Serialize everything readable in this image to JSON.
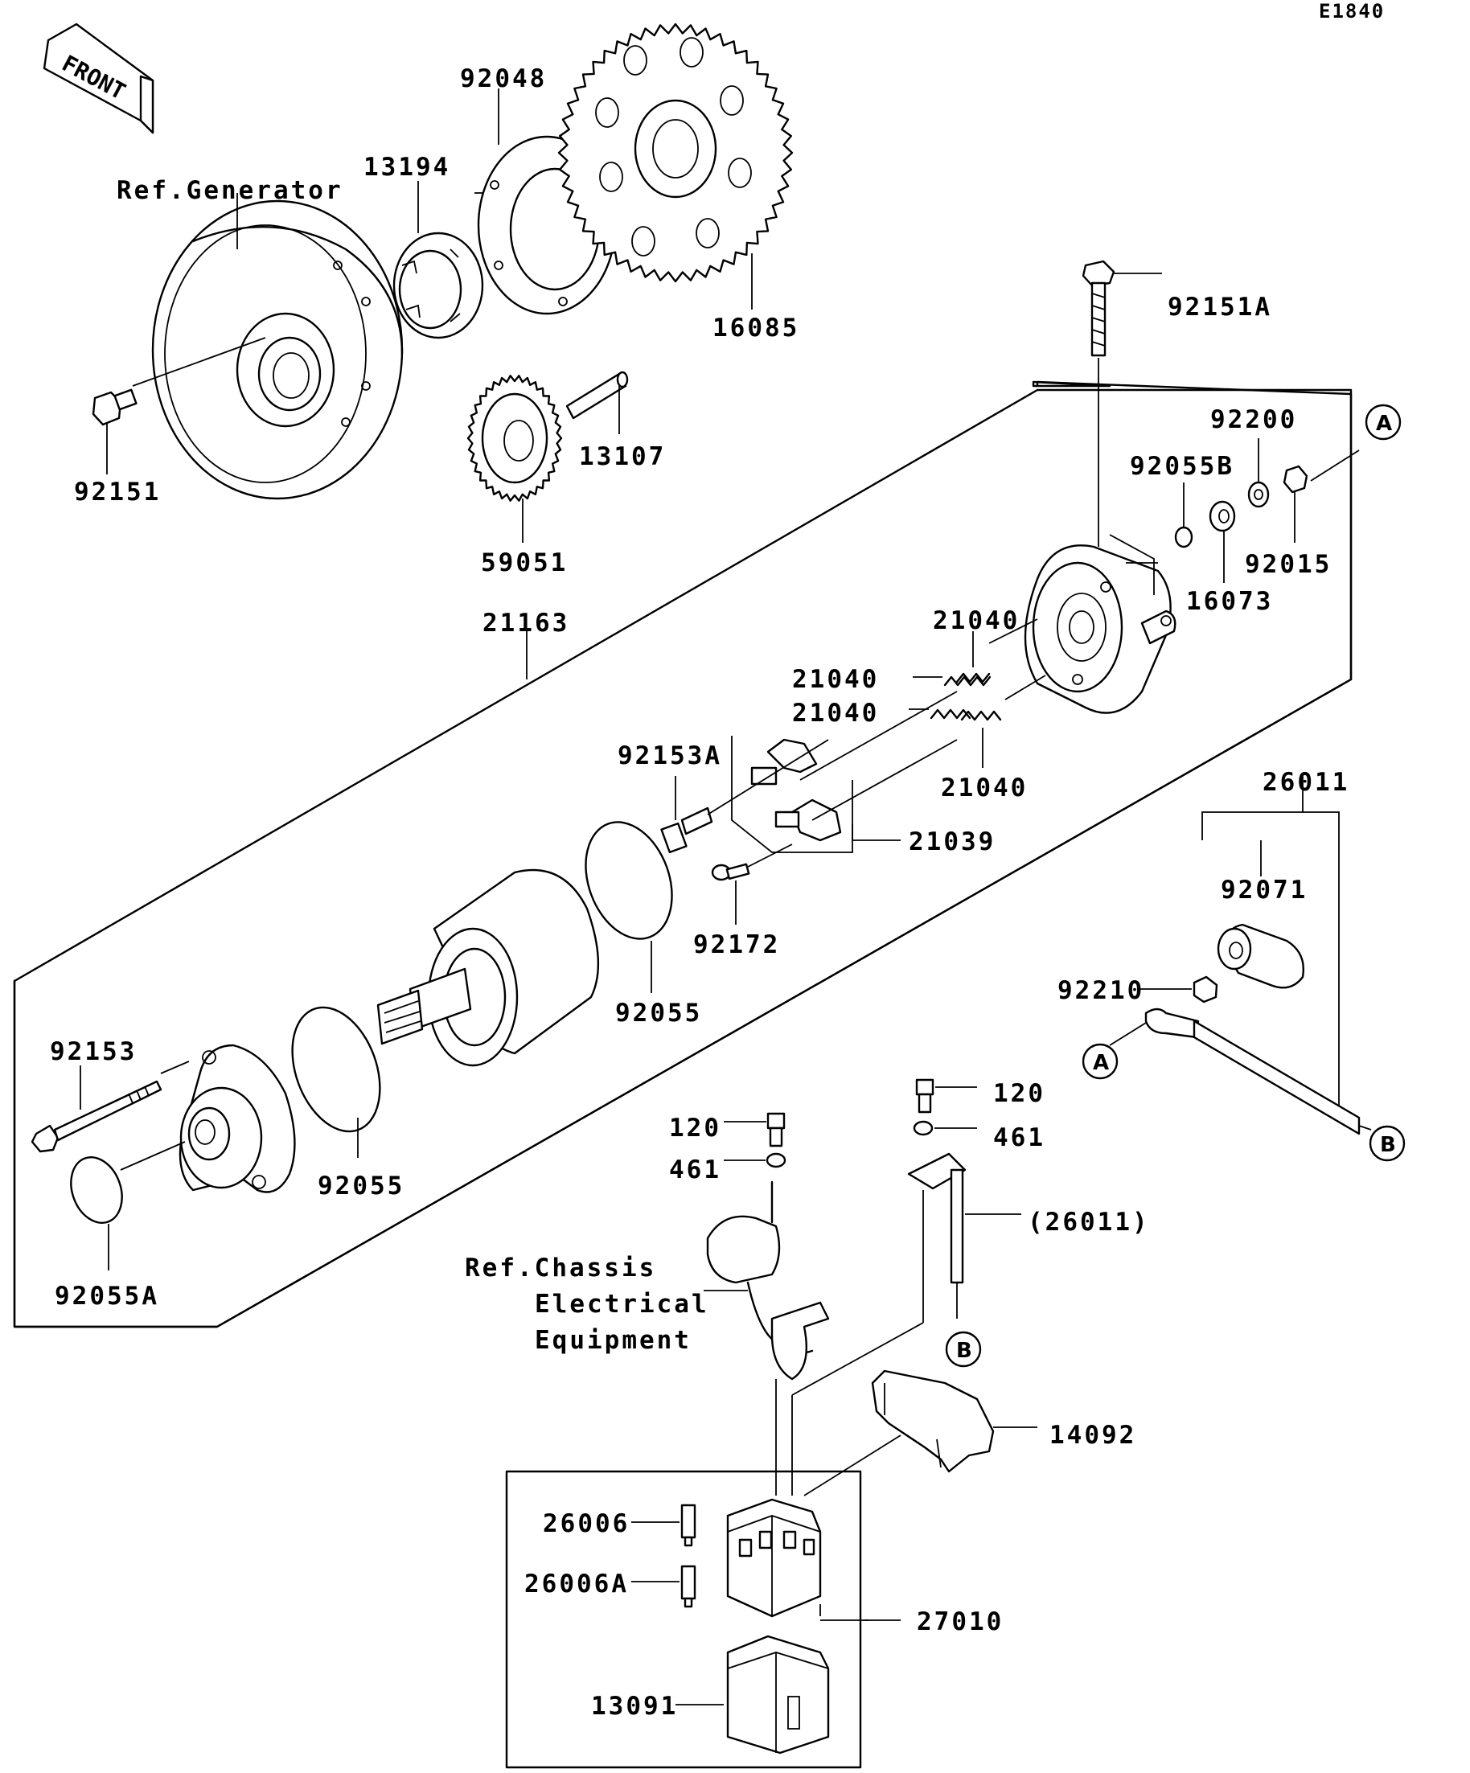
{
  "diagram_code": "E1840",
  "front_label": "FRONT",
  "labels": {
    "p92048": "92048",
    "p13194": "13194",
    "ref_generator": "Ref.Generator",
    "p16085": "16085",
    "p92151A": "92151A",
    "p13107": "13107",
    "p92151": "92151",
    "p59051": "59051",
    "p92200": "92200",
    "p92055B": "92055B",
    "p92015": "92015",
    "p16073": "16073",
    "p21163": "21163",
    "p21040_a": "21040",
    "p21040_b": "21040",
    "p21040_c": "21040",
    "p21040_d": "21040",
    "p92153A": "92153A",
    "p21039": "21039",
    "p26011": "26011",
    "p92071": "92071",
    "p92172": "92172",
    "p92055_a": "92055",
    "p92210": "92210",
    "p92153": "92153",
    "p120_a": "120",
    "p461_a": "461",
    "p120_b": "120",
    "p461_b": "461",
    "p92055_b": "92055",
    "p92055A": "92055A",
    "p26011_paren": "(26011)",
    "ref_chassis_1": "Ref.Chassis",
    "ref_chassis_2": "Electrical",
    "ref_chassis_3": "Equipment",
    "p14092": "14092",
    "p26006": "26006",
    "p26006A": "26006A",
    "p27010": "27010",
    "p13091": "13091"
  },
  "markers": {
    "a1": "A",
    "a2": "A",
    "b1": "B",
    "b2": "B"
  }
}
